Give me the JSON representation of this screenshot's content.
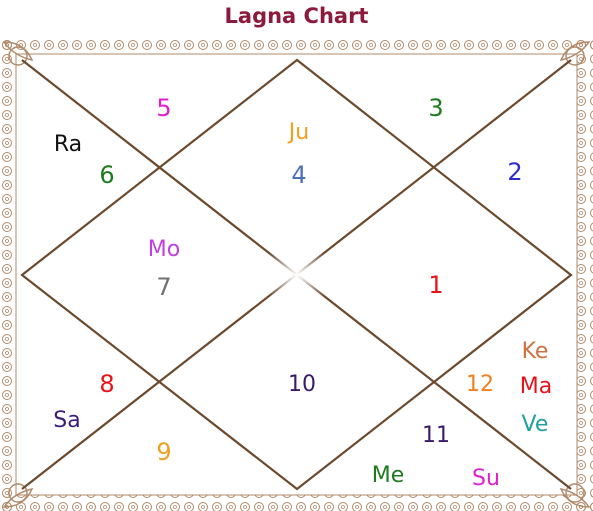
{
  "title": "Lagna Chart",
  "colors": {
    "title": "#8b1a3c",
    "lines": "#6b4a2e",
    "border": "#b08a6a"
  },
  "houses": [
    {
      "number": "1",
      "number_color": "#e8121a",
      "planets": []
    },
    {
      "number": "2",
      "number_color": "#2c2ccf",
      "planets": []
    },
    {
      "number": "3",
      "number_color": "#1e7a1e",
      "planets": []
    },
    {
      "number": "4",
      "number_color": "#4a6fc0",
      "planets": [
        {
          "name": "Ju",
          "color": "#f0a020"
        }
      ]
    },
    {
      "number": "5",
      "number_color": "#e020d0",
      "planets": []
    },
    {
      "number": "6",
      "number_color": "#1e7a1e",
      "planets": [
        {
          "name": "Ra",
          "color": "#111111"
        }
      ]
    },
    {
      "number": "7",
      "number_color": "#707070",
      "planets": [
        {
          "name": "Mo",
          "color": "#c040e0"
        }
      ]
    },
    {
      "number": "8",
      "number_color": "#e8121a",
      "planets": [
        {
          "name": "Sa",
          "color": "#3a1a7a"
        }
      ]
    },
    {
      "number": "9",
      "number_color": "#f0a020",
      "planets": []
    },
    {
      "number": "10",
      "number_color": "#3a1a6a",
      "planets": []
    },
    {
      "number": "11",
      "number_color": "#3a1a6a",
      "planets": [
        {
          "name": "Me",
          "color": "#1e7a1e"
        },
        {
          "name": "Su",
          "color": "#e020d0"
        }
      ]
    },
    {
      "number": "12",
      "number_color": "#f08020",
      "planets": [
        {
          "name": "Ke",
          "color": "#d07040"
        },
        {
          "name": "Ma",
          "color": "#e8121a"
        },
        {
          "name": "Ve",
          "color": "#20a0a0"
        }
      ]
    }
  ]
}
